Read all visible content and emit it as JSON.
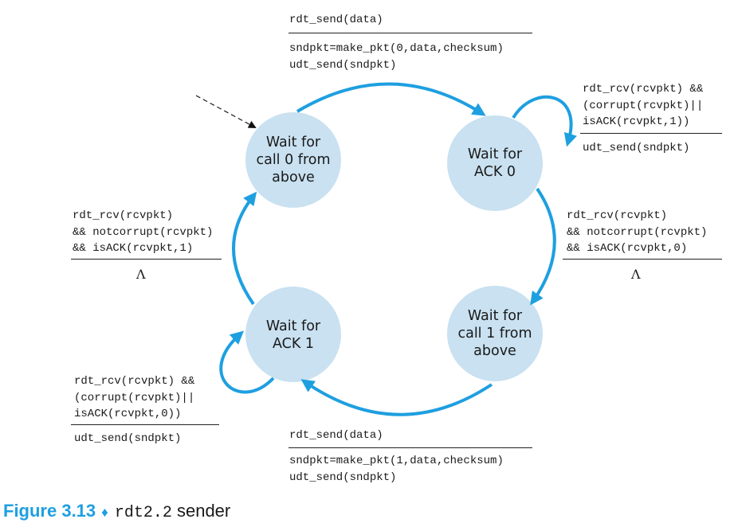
{
  "diagram": {
    "states": [
      {
        "id": "wait-call-0",
        "label": "Wait for\ncall 0 from\nabove"
      },
      {
        "id": "wait-ack-0",
        "label": "Wait for\nACK 0"
      },
      {
        "id": "wait-call-1",
        "label": "Wait for\ncall 1 from\nabove"
      },
      {
        "id": "wait-ack-1",
        "label": "Wait for\nACK 1"
      }
    ],
    "transitions": {
      "top": {
        "event": "rdt_send(data)",
        "action": "sndpkt=make_pkt(0,data,checksum)\nudt_send(sndpkt)"
      },
      "ack0_self": {
        "event": "rdt_rcv(rcvpkt) &&\n(corrupt(rcvpkt)||\nisACK(rcvpkt,1))",
        "action": "udt_send(sndpkt)"
      },
      "right": {
        "event": "rdt_rcv(rcvpkt)\n&& notcorrupt(rcvpkt)\n&& isACK(rcvpkt,0)",
        "action": "Λ"
      },
      "left": {
        "event": "rdt_rcv(rcvpkt)\n&& notcorrupt(rcvpkt)\n&& isACK(rcvpkt,1)",
        "action": "Λ"
      },
      "ack1_self": {
        "event": "rdt_rcv(rcvpkt) &&\n(corrupt(rcvpkt)||\nisACK(rcvpkt,0))",
        "action": "udt_send(sndpkt)"
      },
      "bottom": {
        "event": "rdt_send(data)",
        "action": "sndpkt=make_pkt(1,data,checksum)\nudt_send(sndpkt)"
      }
    }
  },
  "caption": {
    "figure": "Figure 3.13",
    "separator": "♦",
    "code": "rdt2.2",
    "text": " sender"
  },
  "colors": {
    "state_fill": "#c9e1f1",
    "arrow": "#1e9fe0"
  }
}
